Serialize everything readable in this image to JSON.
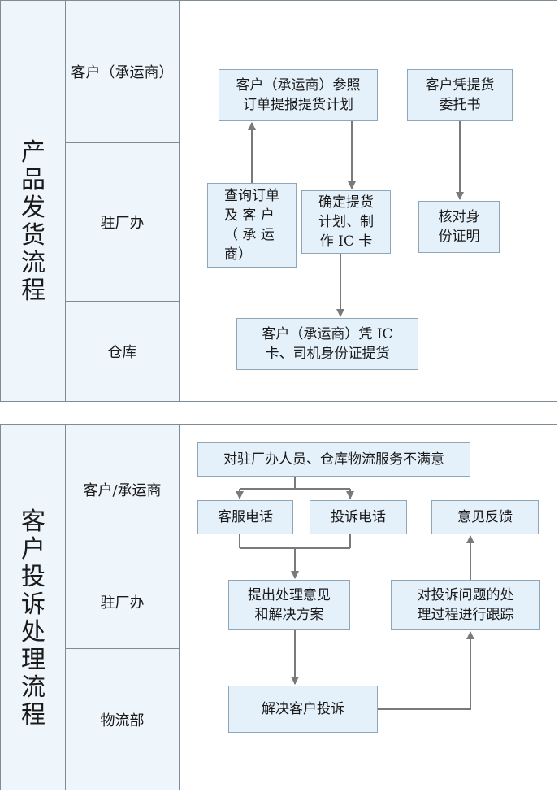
{
  "panels": [
    {
      "title": "产品发货流程",
      "lanes": [
        "客户（承运商）",
        "驻厂办",
        "仓库"
      ],
      "boxes": [
        "客户（承运商）参照\n订单提报提货计划",
        "客户凭提货\n委托书",
        "查询订单\n及 客 户\n（ 承 运\n商）",
        "确定提货\n计划、制\n作 IC 卡",
        "核对身\n份证明",
        "客户（承运商）凭 IC\n卡、司机身份证提货"
      ]
    },
    {
      "title": "客户投诉处理流程",
      "lanes": [
        "客户/承运商",
        "驻厂办",
        "物流部"
      ],
      "boxes": [
        "对驻厂办人员、仓库物流服务不满意",
        "客服电话",
        "投诉电话",
        "意见反馈",
        "提出处理意见\n和解决方案",
        "对投诉问题的处\n理过程进行跟踪",
        "解决客户投诉"
      ]
    }
  ],
  "colors": {
    "lane_bg": "#eef5fb",
    "box_bg": "#e4f0fa",
    "border": "#7f8c95",
    "arrow": "#7a7a7a"
  }
}
